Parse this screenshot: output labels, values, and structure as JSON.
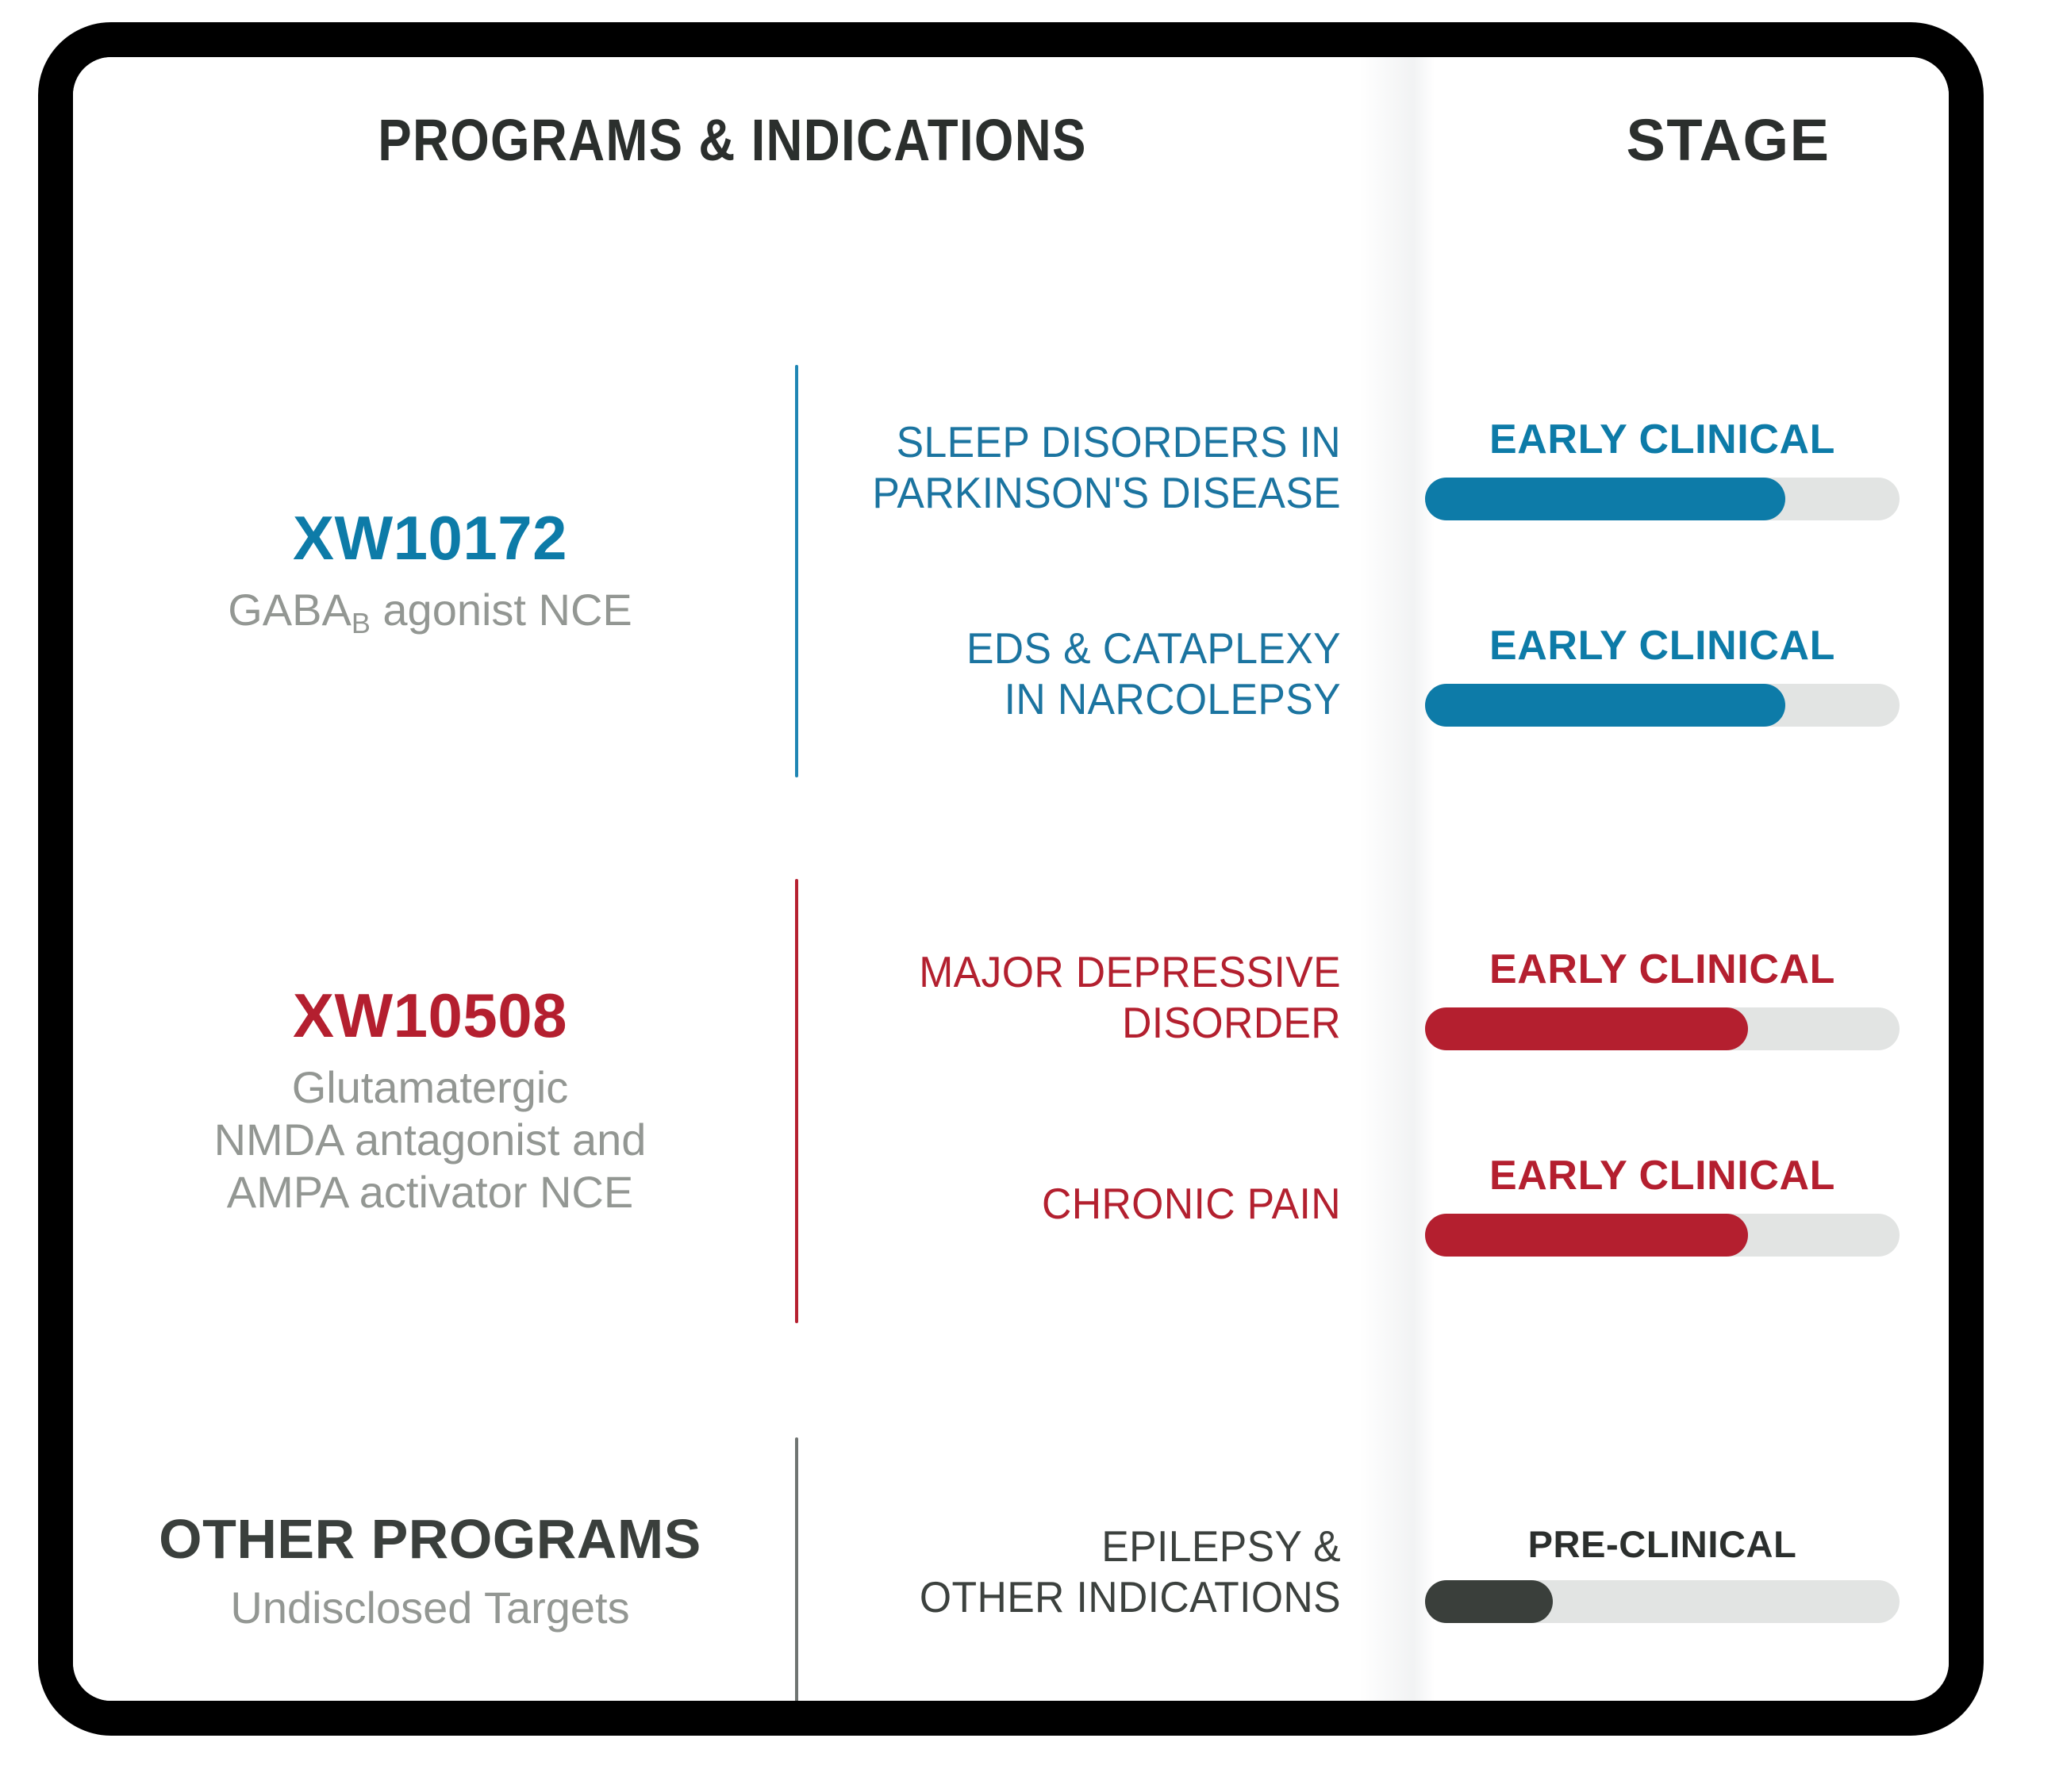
{
  "header": {
    "programs_title": "PROGRAMS & INDICATIONS",
    "stage_title": "STAGE"
  },
  "colors": {
    "blue": "#0d7ba8",
    "red": "#b41f2f",
    "dark": "#3a3f3b",
    "track": "#e2e4e3",
    "subtext": "#939793",
    "frame": "#000000"
  },
  "chart_data": {
    "type": "table",
    "title": "PROGRAMS & INDICATIONS",
    "columns": [
      "PROGRAMS & INDICATIONS",
      "STAGE"
    ],
    "programs": [
      {
        "name": "XW10172",
        "description": "GABA",
        "description_sub": "B",
        "description_tail": " agonist NCE",
        "color": "#0d7ba8",
        "indications": [
          {
            "label_line1": "SLEEP DISORDERS IN",
            "label_line2": "PARKINSON'S DISEASE",
            "stage": "EARLY CLINICAL",
            "progress": 76
          },
          {
            "label_line1": "EDS & CATAPLEXY",
            "label_line2": "IN NARCOLEPSY",
            "stage": "EARLY CLINICAL",
            "progress": 76
          }
        ]
      },
      {
        "name": "XW10508",
        "description_line1": "Glutamatergic",
        "description_line2": "NMDA antagonist and",
        "description_line3": "AMPA activator NCE",
        "color": "#b41f2f",
        "indications": [
          {
            "label_line1": "MAJOR DEPRESSIVE",
            "label_line2": "DISORDER",
            "stage": "EARLY CLINICAL",
            "progress": 68
          },
          {
            "label_line1": "CHRONIC PAIN",
            "label_line2": "",
            "stage": "EARLY CLINICAL",
            "progress": 68
          }
        ]
      },
      {
        "name": "OTHER PROGRAMS",
        "description_line1": "Undisclosed Targets",
        "color": "#3a3f3b",
        "indications": [
          {
            "label_line1": "EPILEPSY &",
            "label_line2": "OTHER INDICATIONS",
            "stage": "PRE-CLINICAL",
            "progress": 27
          }
        ]
      }
    ]
  }
}
